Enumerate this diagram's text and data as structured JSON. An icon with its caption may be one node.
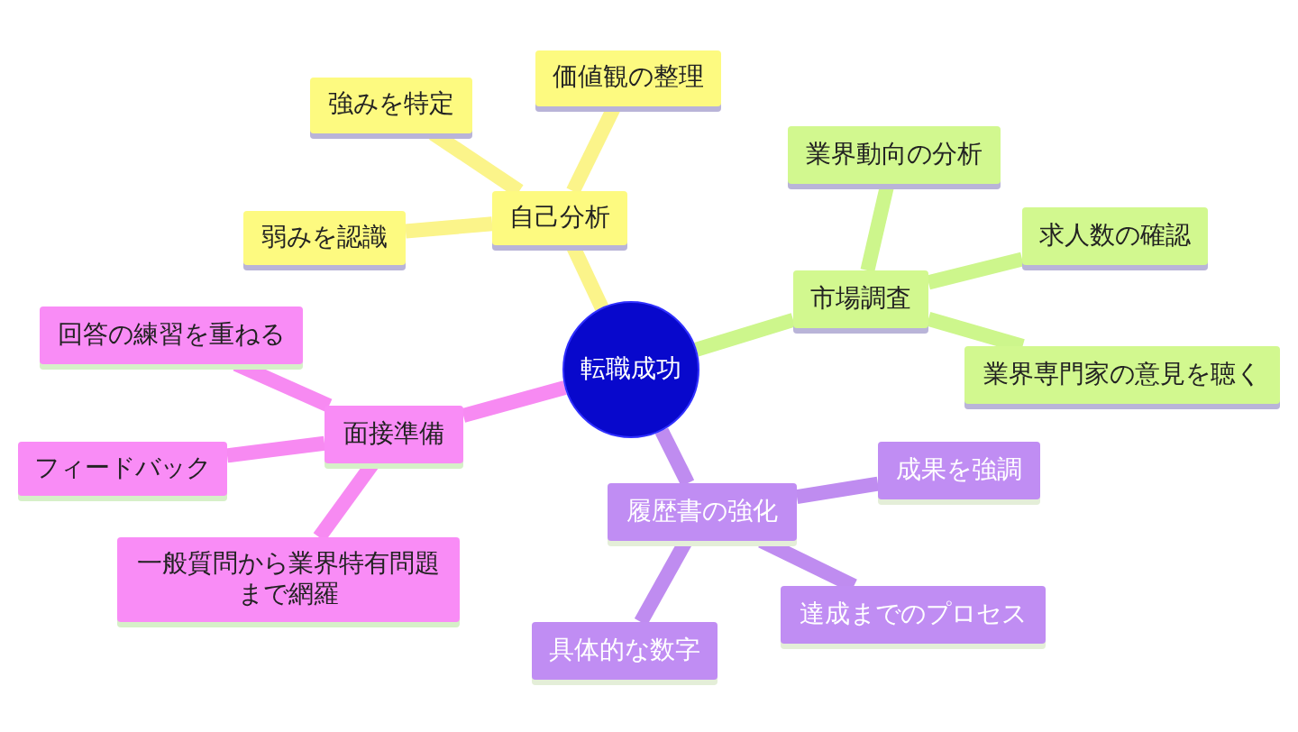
{
  "diagram": {
    "nodes": [
      {
        "text": [
          "転職成功"
        ]
      },
      {
        "text": [
          "自己分析"
        ]
      },
      {
        "text": [
          "強みを特定"
        ]
      },
      {
        "text": [
          "価値観の整理"
        ]
      },
      {
        "text": [
          "弱みを認識"
        ]
      },
      {
        "text": [
          "市場調査"
        ]
      },
      {
        "text": [
          "業界動向の分析"
        ]
      },
      {
        "text": [
          "求人数の確認"
        ]
      },
      {
        "text": [
          "業界専門家の意見を聴く"
        ]
      },
      {
        "text": [
          "面接準備"
        ]
      },
      {
        "text": [
          "回答の練習を重ねる"
        ]
      },
      {
        "text": [
          "フィードバック"
        ]
      },
      {
        "text": [
          "一般質問から業界特有問題まで網羅"
        ]
      },
      {
        "text": [
          "履歴書の強化"
        ]
      },
      {
        "text": [
          "成果を強調"
        ]
      },
      {
        "text": [
          "達成までのプロセス"
        ]
      },
      {
        "text": [
          "具体的な数字"
        ]
      }
    ],
    "edges": [
      {
        "from": 0,
        "to": 1,
        "arrow": "none",
        "color": "#fbf48a"
      },
      {
        "from": 1,
        "to": 2,
        "arrow": "none",
        "color": "#fbf48a"
      },
      {
        "from": 1,
        "to": 3,
        "arrow": "none",
        "color": "#fbf48a"
      },
      {
        "from": 1,
        "to": 4,
        "arrow": "none",
        "color": "#fbf48a"
      },
      {
        "from": 0,
        "to": 5,
        "arrow": "none",
        "color": "#cdf68c"
      },
      {
        "from": 5,
        "to": 6,
        "arrow": "none",
        "color": "#cdf68c"
      },
      {
        "from": 5,
        "to": 7,
        "arrow": "none",
        "color": "#cdf68c"
      },
      {
        "from": 5,
        "to": 8,
        "arrow": "none",
        "color": "#cdf68c"
      },
      {
        "from": 0,
        "to": 9,
        "arrow": "none",
        "color": "#f78af2"
      },
      {
        "from": 9,
        "to": 10,
        "arrow": "none",
        "color": "#f78af2"
      },
      {
        "from": 9,
        "to": 11,
        "arrow": "none",
        "color": "#f78af2"
      },
      {
        "from": 9,
        "to": 12,
        "arrow": "none",
        "color": "#f78af2"
      },
      {
        "from": 0,
        "to": 13,
        "arrow": "none",
        "color": "#bf8cf0"
      },
      {
        "from": 13,
        "to": 14,
        "arrow": "none",
        "color": "#bf8cf0"
      },
      {
        "from": 13,
        "to": 15,
        "arrow": "none",
        "color": "#bf8cf0"
      },
      {
        "from": 13,
        "to": 16,
        "arrow": "none",
        "color": "#bf8cf0"
      }
    ]
  }
}
